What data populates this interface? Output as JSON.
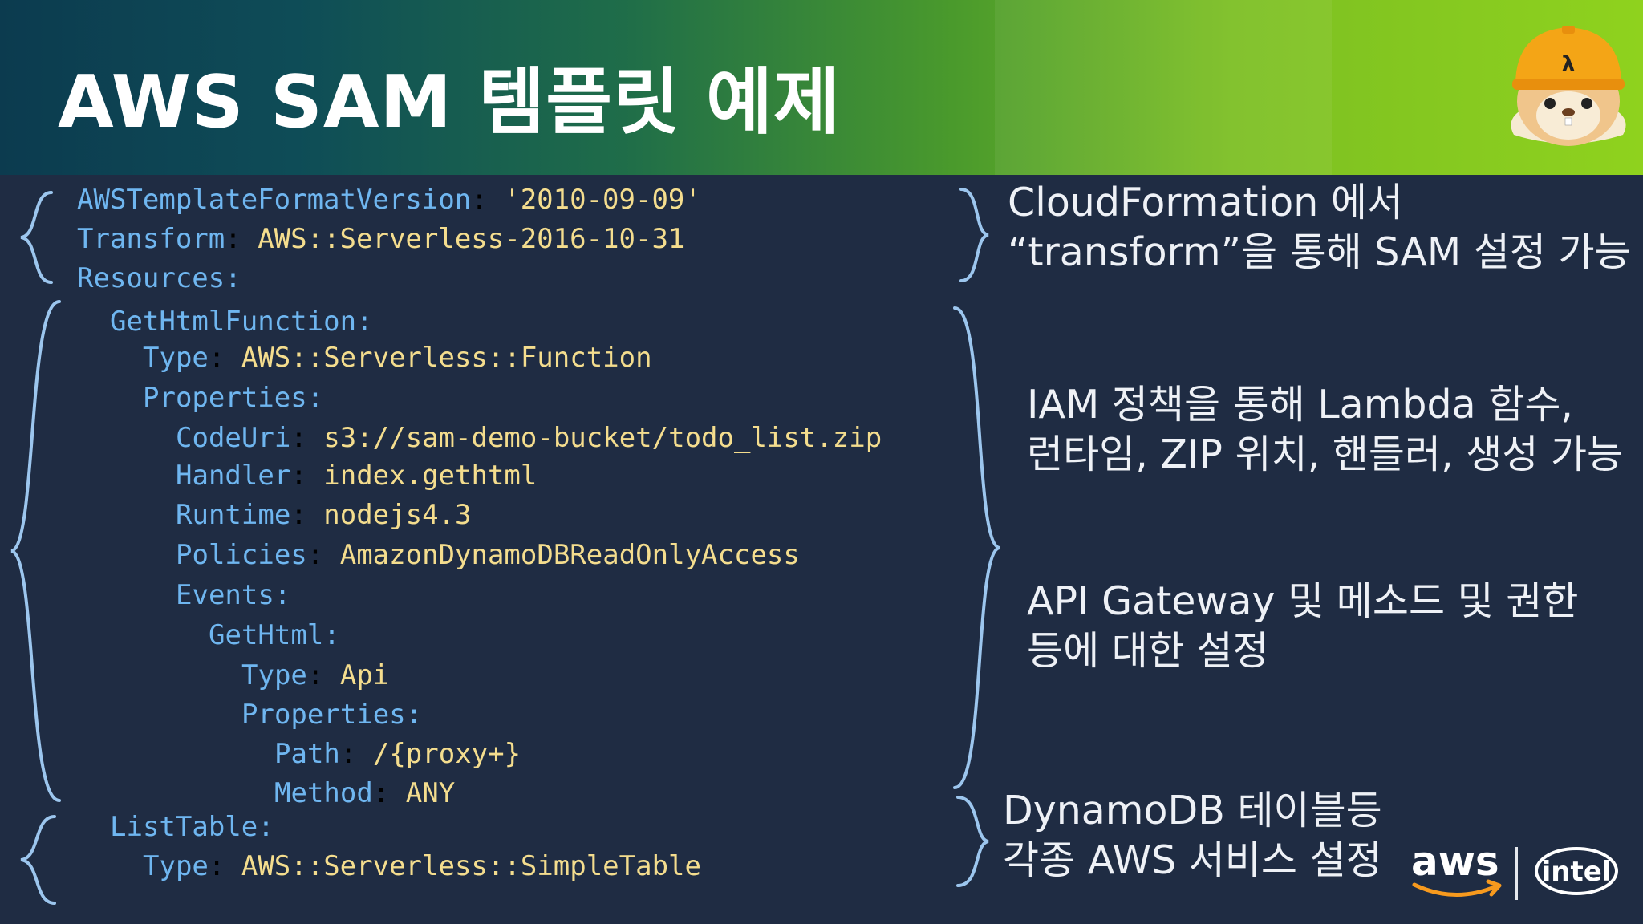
{
  "slide": {
    "title": "AWS SAM 템플릿 예제"
  },
  "code_lines": [
    {
      "key": "AWSTemplateFormatVersion",
      "value": "'2010-09-09'"
    },
    {
      "key": "Transform",
      "value": "AWS::Serverless-2016-10-31"
    },
    {
      "key": "Resources",
      "value": ""
    },
    {
      "key": "GetHtmlFunction",
      "value": ""
    },
    {
      "key": "Type",
      "value": "AWS::Serverless::Function"
    },
    {
      "key": "Properties",
      "value": ""
    },
    {
      "key": "CodeUri",
      "value": "s3://sam-demo-bucket/todo_list.zip"
    },
    {
      "key": "Handler",
      "value": "index.gethtml"
    },
    {
      "key": "Runtime",
      "value": "nodejs4.3"
    },
    {
      "key": "Policies",
      "value": "AmazonDynamoDBReadOnlyAccess"
    },
    {
      "key": "Events",
      "value": ""
    },
    {
      "key": "GetHtml",
      "value": ""
    },
    {
      "key": "Type",
      "value": "Api"
    },
    {
      "key": "Properties",
      "value": ""
    },
    {
      "key": "Path",
      "value": "/{proxy+}"
    },
    {
      "key": "Method",
      "value": "ANY"
    },
    {
      "key": "ListTable",
      "value": ""
    },
    {
      "key": "Type",
      "value": "AWS::Serverless::SimpleTable"
    }
  ],
  "notes": {
    "transform": {
      "line1": "CloudFormation 에서",
      "line2": "“transform”을 통해 SAM 설정 가능"
    },
    "iam": {
      "line1": "IAM 정책을 통해 Lambda 함수,",
      "line2": "런타임, ZIP 위치, 핸들러, 생성 가능"
    },
    "api": {
      "line1": "API Gateway 및 메소드 및 권한",
      "line2": "등에 대한 설정"
    },
    "dynamodb": {
      "line1": "DynamoDB 테이블등",
      "line2": "각종 AWS 서비스 설정"
    }
  },
  "logos": {
    "aws": "aws",
    "intel": "intel"
  },
  "colors": {
    "background": "#1f2c43",
    "code_key": "#6fb6f0",
    "code_value": "#f4dd8e",
    "brace": "#9cc6ee",
    "note_text": "#eef1f6"
  },
  "icons": [
    "hamster-mascot-icon",
    "aws-logo",
    "intel-logo"
  ]
}
